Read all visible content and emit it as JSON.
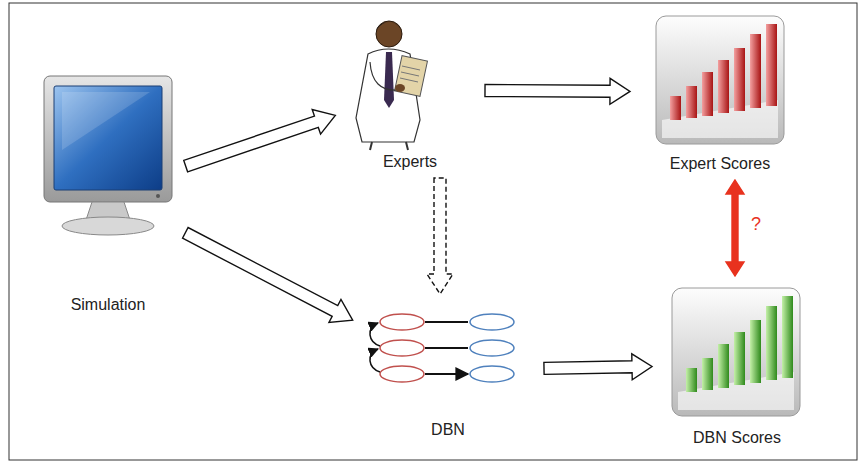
{
  "diagram": {
    "nodes": [
      {
        "text": [
          "Simulation"
        ]
      },
      {
        "text": [
          "Experts"
        ]
      },
      {
        "text": [
          "Expert Scores"
        ]
      },
      {
        "text": [
          "DBN"
        ]
      },
      {
        "text": [
          "DBN Scores"
        ]
      }
    ],
    "edges": [
      {
        "from": 0,
        "to": 1,
        "arrow": "to"
      },
      {
        "from": 0,
        "to": 3,
        "arrow": "to"
      },
      {
        "from": 1,
        "to": 2,
        "arrow": "to"
      },
      {
        "from": 1,
        "to": 3,
        "arrow": "to"
      },
      {
        "from": 3,
        "to": 4,
        "arrow": "to"
      },
      {
        "from": 2,
        "to": 4,
        "label": "?",
        "arrow": "both"
      }
    ]
  }
}
